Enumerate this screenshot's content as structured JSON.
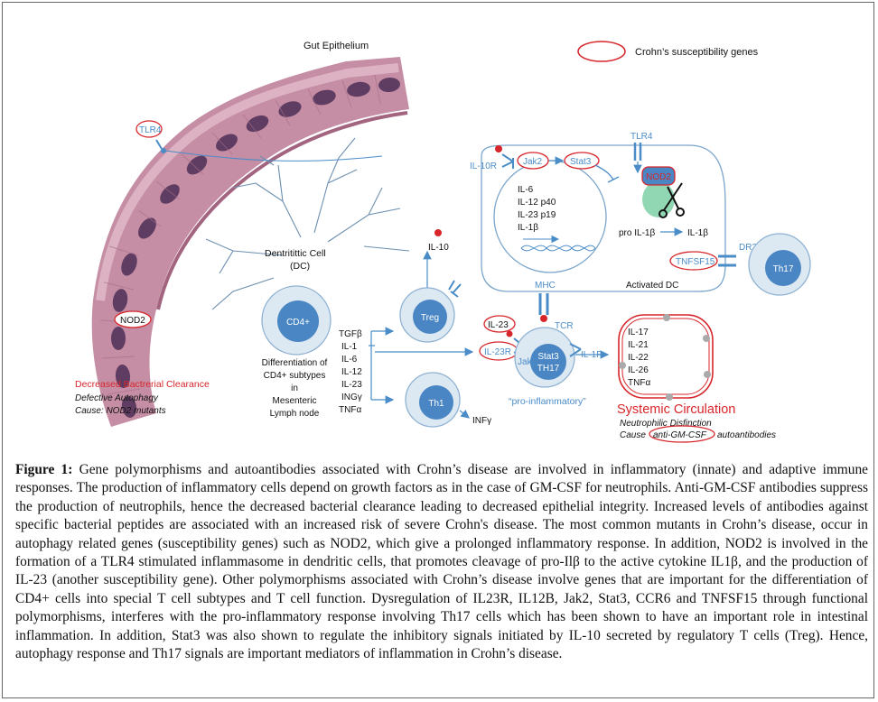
{
  "diagram": {
    "gut_epithelium": "Gut Epithelium",
    "legend": "Crohn’s susceptibility genes",
    "tlr4_gut": "TLR4",
    "nod2_gut": "NOD2",
    "clearance": "Decreased Bactrerial Clearance",
    "defective_autophagy": "Defective Autophagy",
    "cause_nod2": "Cause: NOD2 mutants",
    "dc_label_1": "Dentritittic Cell",
    "dc_label_2": "(DC)",
    "cd4": "CD4+",
    "diff_lines": [
      "Differentiation of",
      "CD4+ subtypes",
      "in",
      "Mesenteric",
      "Lymph node"
    ],
    "cytokines_left": [
      "TGFβ",
      "IL-1",
      "IL-6",
      "IL-12",
      "IL-23",
      "INGγ",
      "TNFα"
    ],
    "treg": "Treg",
    "il10_treg": "IL-10",
    "th1": "Th1",
    "infy": "INFγ",
    "il10r": "IL-10R",
    "jak2_dc": "Jak2",
    "stat3_dc": "Stat3",
    "tlr4_dc": "TLR4",
    "nod2_dc": "NOD2",
    "nucleus_genes": [
      "IL-6",
      "IL-12 p40",
      "IL-23 p19",
      "IL-1β"
    ],
    "pro_il1b": "pro IL-1β",
    "il1b": "IL-1β",
    "tnfsf15": "TNFSF15",
    "dr3": "DR3",
    "th17_dc": "Th17",
    "activated_dc": "Activated DC",
    "mhc": "MHC",
    "tcr": "TCR",
    "il23": "IL-23",
    "il23r": "IL-23R",
    "jak2_th17": "Jak2",
    "il1r": "IL-1R",
    "stat3_th17_1": "Stat3",
    "stat3_th17_2": "TH17",
    "pro_inflammatory": "“pro-inflammatory”",
    "th17_cytokines": [
      "IL-17",
      "IL-21",
      "IL-22",
      "IL-26",
      "TNFα"
    ],
    "systemic_circulation": "Systemic Circulation",
    "neutrophilic": "Neutrophilic Disfinction",
    "cause_prefix": "Cause",
    "anti_gmcsf": "anti-GM-CSF",
    "autoantibodies": "autoantibodies",
    "colors": {
      "blue": "#4a8cc7",
      "cell_fill": "#dce8f2",
      "nucleus": "#4a86c4",
      "red": "#d7262b",
      "tissue": "#c58ea4"
    }
  },
  "caption": {
    "label": "Figure 1:",
    "text": " Gene polymorphisms and autoantibodies associated with Crohn’s disease are involved in inflammatory (innate) and adaptive immune responses. The production of inflammatory cells depend on growth factors as in the case of GM-CSF for neutrophils. Anti-GM-CSF antibodies suppress the production of neutrophils, hence the decreased bacterial clearance leading to decreased epithelial integrity. Increased levels of antibodies against specific bacterial peptides are associated with an increased risk of severe Crohn's disease. The most common mutants in Crohn’s disease, occur in autophagy related genes (susceptibility genes) such as NOD2, which give a prolonged inflammatory response. In addition, NOD2 is involved in the formation of a TLR4 stimulated inflammasome in dendritic cells, that promotes cleavage of pro-Ilβ to the active cytokine IL1β, and the production of IL-23 (another susceptibility gene). Other polymorphisms associated with Crohn’s disease involve genes that are important for the differentiation of CD4+ cells into special T cell subtypes and T cell function. Dysregulation of IL23R, IL12B, Jak2, Stat3, CCR6 and TNFSF15 through functional polymorphisms, interferes with the pro-inflammatory response involving Th17 cells which has been shown to have an important role in intestinal inflammation. In addition, Stat3 was also shown to regulate the inhibitory signals initiated by IL-10 secreted by regulatory T cells (Treg). Hence, autophagy response and Th17 signals are important mediators of inflammation in Crohn’s disease."
  }
}
